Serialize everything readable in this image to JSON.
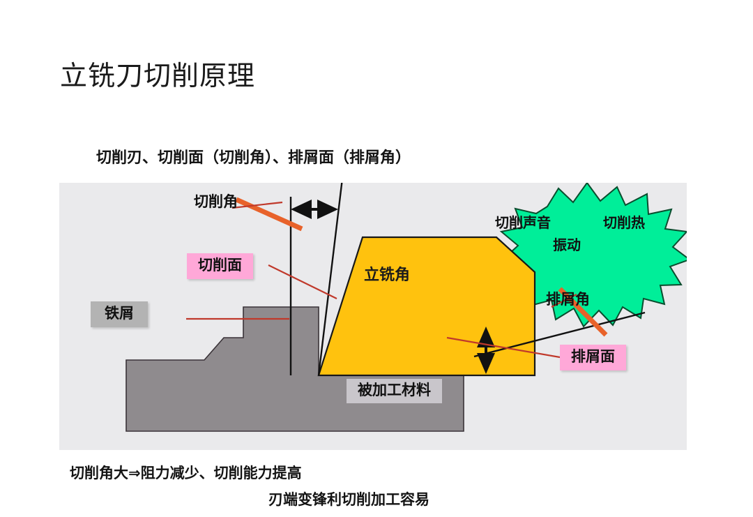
{
  "slide": {
    "title": "立铣刀切削原理",
    "subtitle": "切削刃、切削面（切削角）、排屑面（排屑角）"
  },
  "diagram": {
    "labels": {
      "cutting_angle": "切削角",
      "cutting_face": "切削面",
      "chip": "铁屑",
      "endmill_angle": "立铣角",
      "cutting_sound": "切削声音",
      "cutting_heat": "切削热",
      "vibration": "振动",
      "chip_discharge_angle": "排屑角",
      "chip_discharge_face": "排屑面",
      "workpiece": "被加工材料"
    },
    "colors": {
      "panel_background": "#eaeaec",
      "tool_yellow": "#ffc20e",
      "workpiece_gray": "#8f8b8e",
      "burst_green": "#00ee99",
      "label_pink": "#ffa8d8",
      "label_gray": "#b3b3b3",
      "leader_line_red": "#c0392b",
      "orange_marker": "#e8622a"
    }
  },
  "footer": {
    "line_1": "切削角大⇒阻力减少、切削能力提高",
    "line_2": "刃端变锋利切削加工容易"
  }
}
